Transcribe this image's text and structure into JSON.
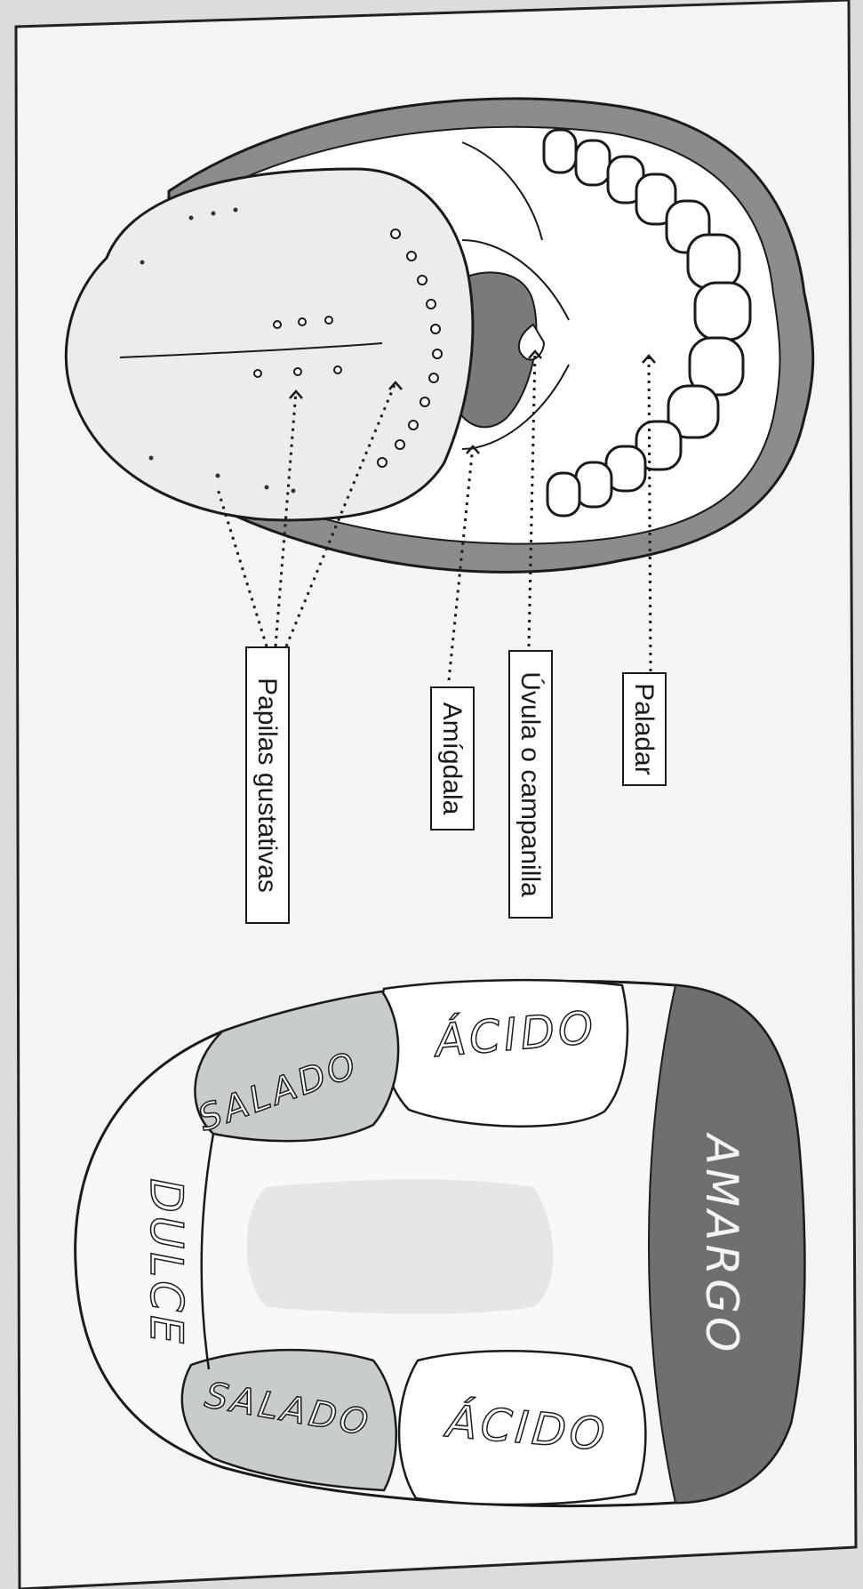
{
  "mouth_callouts": {
    "papilas": "Papilas gustativas",
    "amigdala": "Amígdala",
    "uvula": "Úvula o campanilla",
    "paladar": "Paladar"
  },
  "taste_map": {
    "amargo": "AMARGO",
    "acido_top": "ÁCIDO",
    "acido_bottom": "ÁCIDO",
    "salado_top": "SALADO",
    "salado_bottom": "SALADO",
    "dulce": "DULCE"
  },
  "colors": {
    "page": "#f4f4f2",
    "lips": "#8c8c8c",
    "throat": "#7a7a7a",
    "amargo_region": "#6f6f6f",
    "salado_region": "#c9cccc",
    "tongue_body": "#ececec"
  }
}
